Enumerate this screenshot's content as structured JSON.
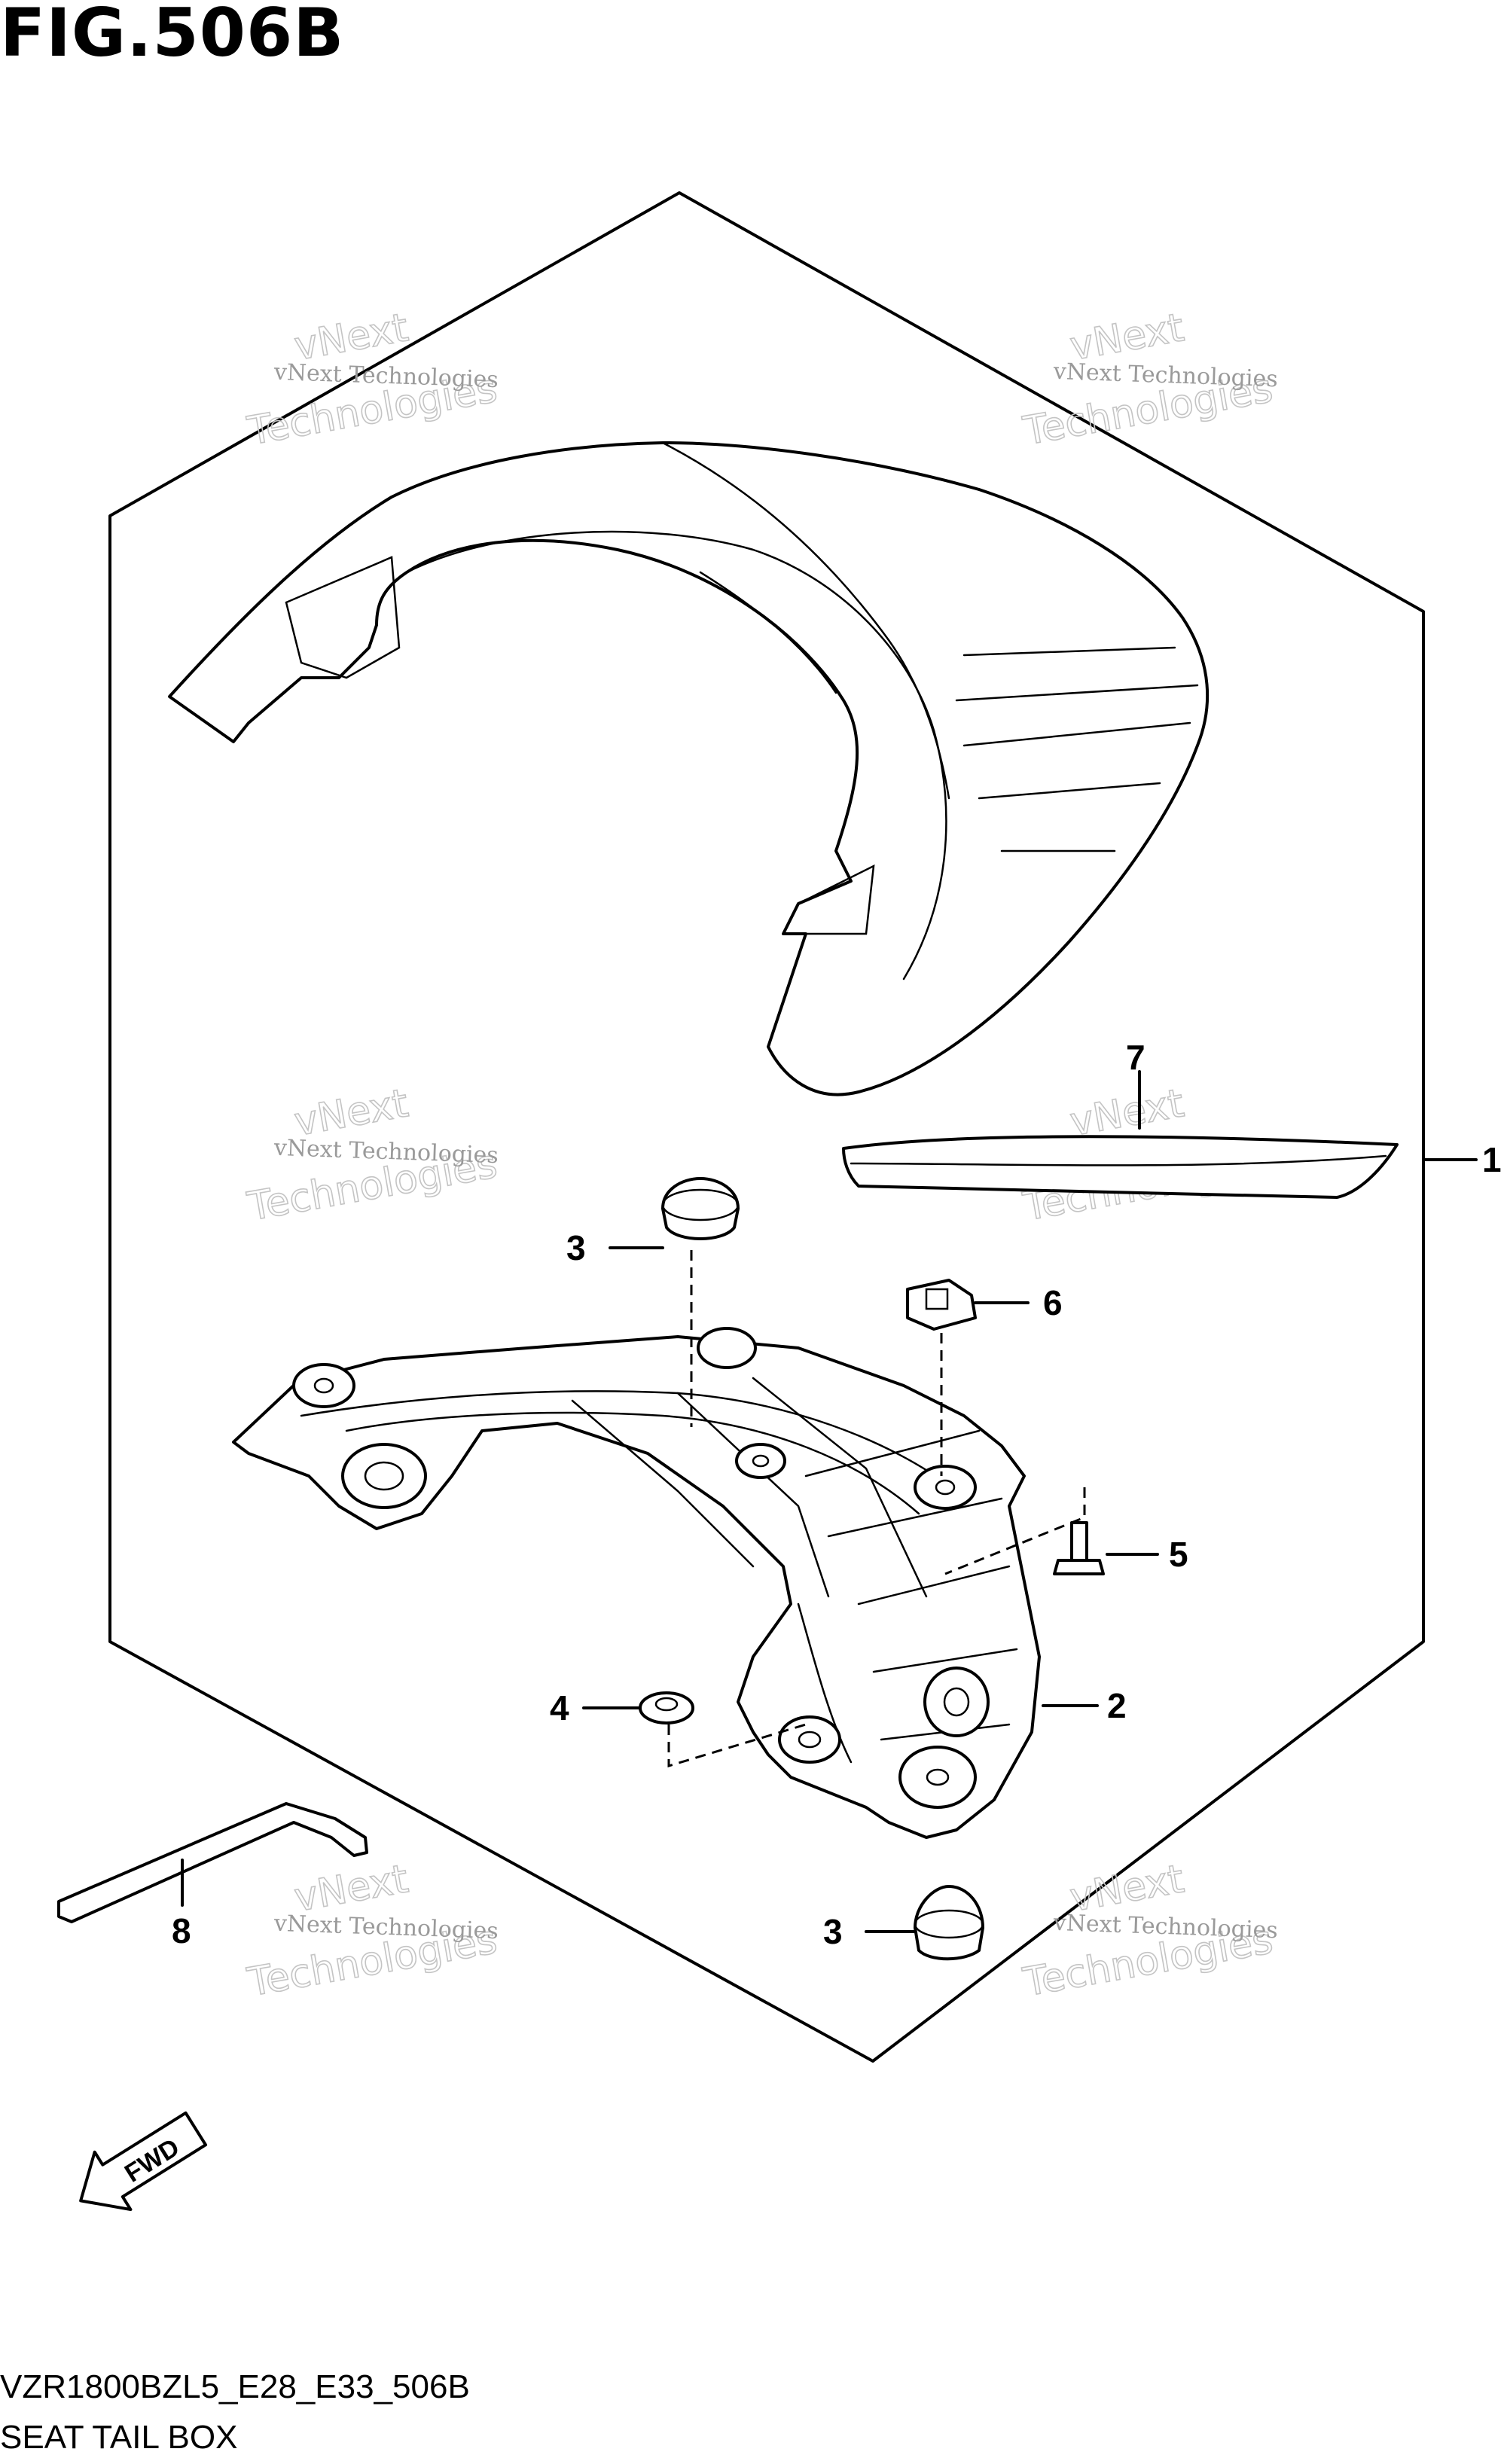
{
  "figure": {
    "title": "FIG.506B",
    "model_code": "VZR1800BZL5_E28_E33_506B",
    "name": "SEAT TAIL BOX"
  },
  "callouts": [
    "1",
    "2",
    "3",
    "3",
    "4",
    "5",
    "6",
    "7",
    "8"
  ],
  "watermark": {
    "line1": "vNext Technologies",
    "line2": "vNext",
    "line3": "Technologies"
  },
  "fwd_label": "FWD"
}
